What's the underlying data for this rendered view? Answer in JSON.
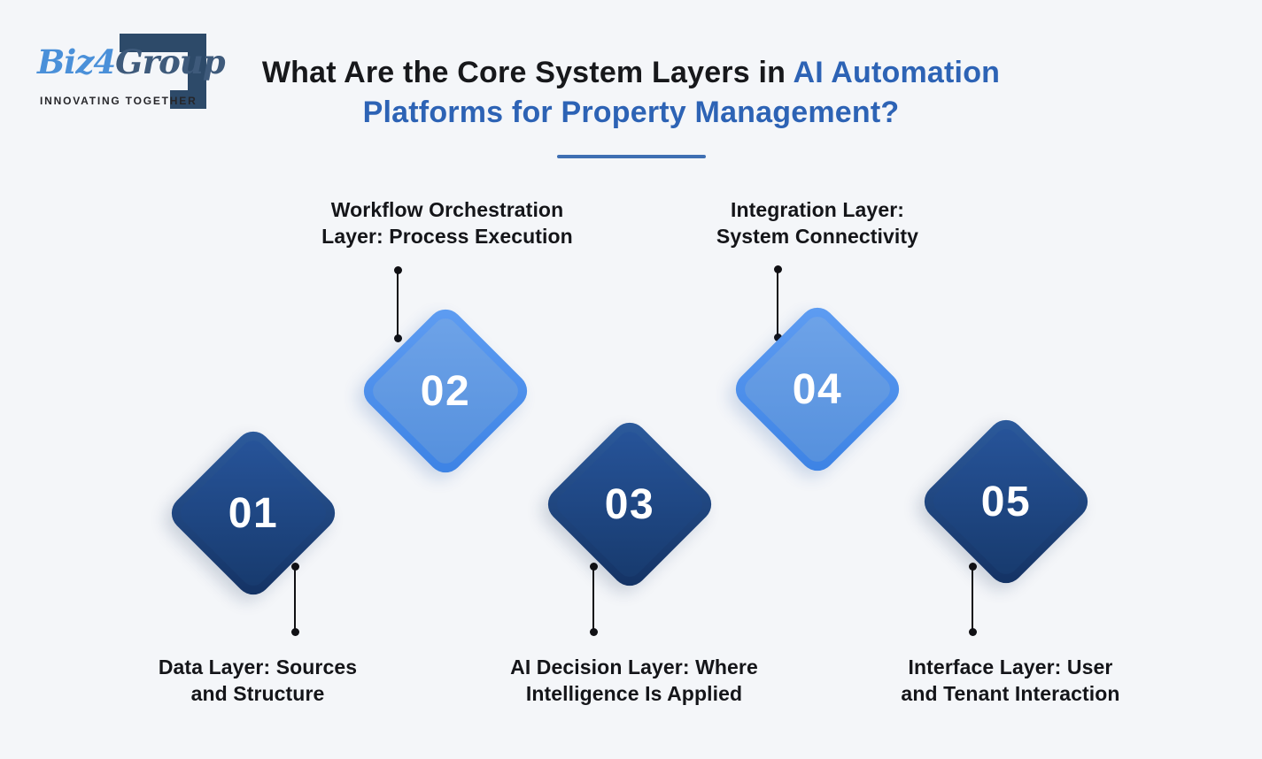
{
  "page": {
    "background": "#f4f6f9"
  },
  "logo": {
    "brand_biz": "Biz",
    "brand_four": "4",
    "brand_group": "Group",
    "tagline": "INNOVATING TOGETHER",
    "bracket_icon_color": "#2d4a69"
  },
  "title": {
    "prefix_dark": "What Are the Core System Layers in ",
    "highlight_line1": "AI Automation",
    "highlight_line2": "Platforms for Property Management?"
  },
  "colors": {
    "title_dark": "#17181b",
    "title_accent": "#2d63b5",
    "underline": "#3f6fb3",
    "diamond_dark": "#1b4076",
    "diamond_light": "#5592e1",
    "number_text": "#ffffff",
    "connector": "#101014",
    "label_text": "#141519"
  },
  "steps": [
    {
      "number": "01",
      "variant": "dark",
      "label_position": "below",
      "label_line1": "Data Layer: Sources",
      "label_line2": "and Structure"
    },
    {
      "number": "02",
      "variant": "light",
      "label_position": "above",
      "label_line1": "Workflow Orchestration",
      "label_line2": "Layer: Process Execution"
    },
    {
      "number": "03",
      "variant": "dark",
      "label_position": "below",
      "label_line1": "AI Decision Layer: Where",
      "label_line2": "Intelligence Is Applied"
    },
    {
      "number": "04",
      "variant": "light",
      "label_position": "above",
      "label_line1": "Integration Layer:",
      "label_line2": "System Connectivity"
    },
    {
      "number": "05",
      "variant": "dark",
      "label_position": "below",
      "label_line1": "Interface Layer: User",
      "label_line2": "and Tenant Interaction"
    }
  ]
}
